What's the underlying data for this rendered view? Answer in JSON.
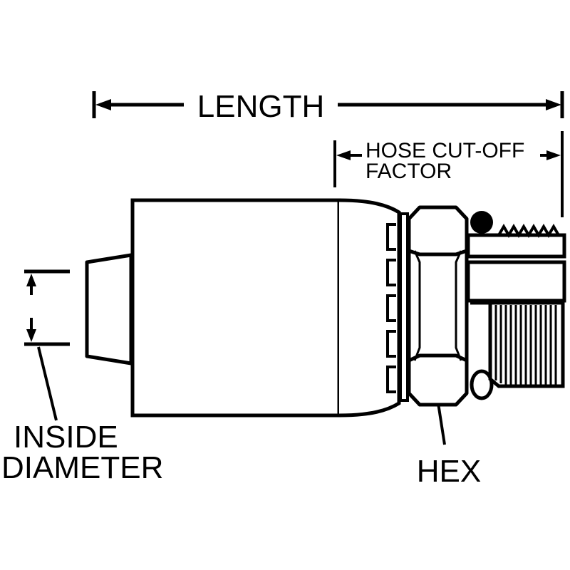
{
  "diagram": {
    "labels": {
      "length": "LENGTH",
      "hose_cutoff_line1": "HOSE CUT-OFF",
      "hose_cutoff_line2": "FACTOR",
      "inside_diameter_line1": "INSIDE",
      "inside_diameter_line2": "DIAMETER",
      "hex": "HEX"
    },
    "colors": {
      "stroke": "#000000",
      "background": "#ffffff"
    }
  }
}
